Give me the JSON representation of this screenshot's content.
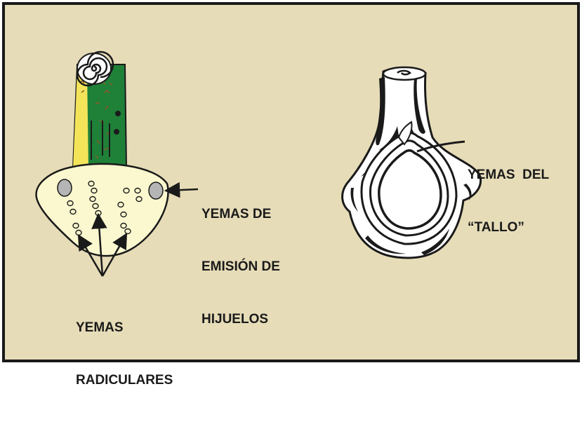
{
  "colors": {
    "background": "#e6dcb8",
    "frame": "#1a1a1a",
    "bulb_fill": "#fbf8cf",
    "stem_green": "#1f8038",
    "stem_yellow": "#f3e45a",
    "stem_brown": "#8a5a2b",
    "bud_gray": "#b5b5b5"
  },
  "labels": {
    "offshoot_buds": [
      "YEMAS DE",
      "EMISIÓN DE",
      "HIJUELOS"
    ],
    "root_buds": [
      "YEMAS",
      "RADICULARES"
    ],
    "stem_buds": [
      "YEMAS  DEL",
      "“TALLO”"
    ]
  }
}
